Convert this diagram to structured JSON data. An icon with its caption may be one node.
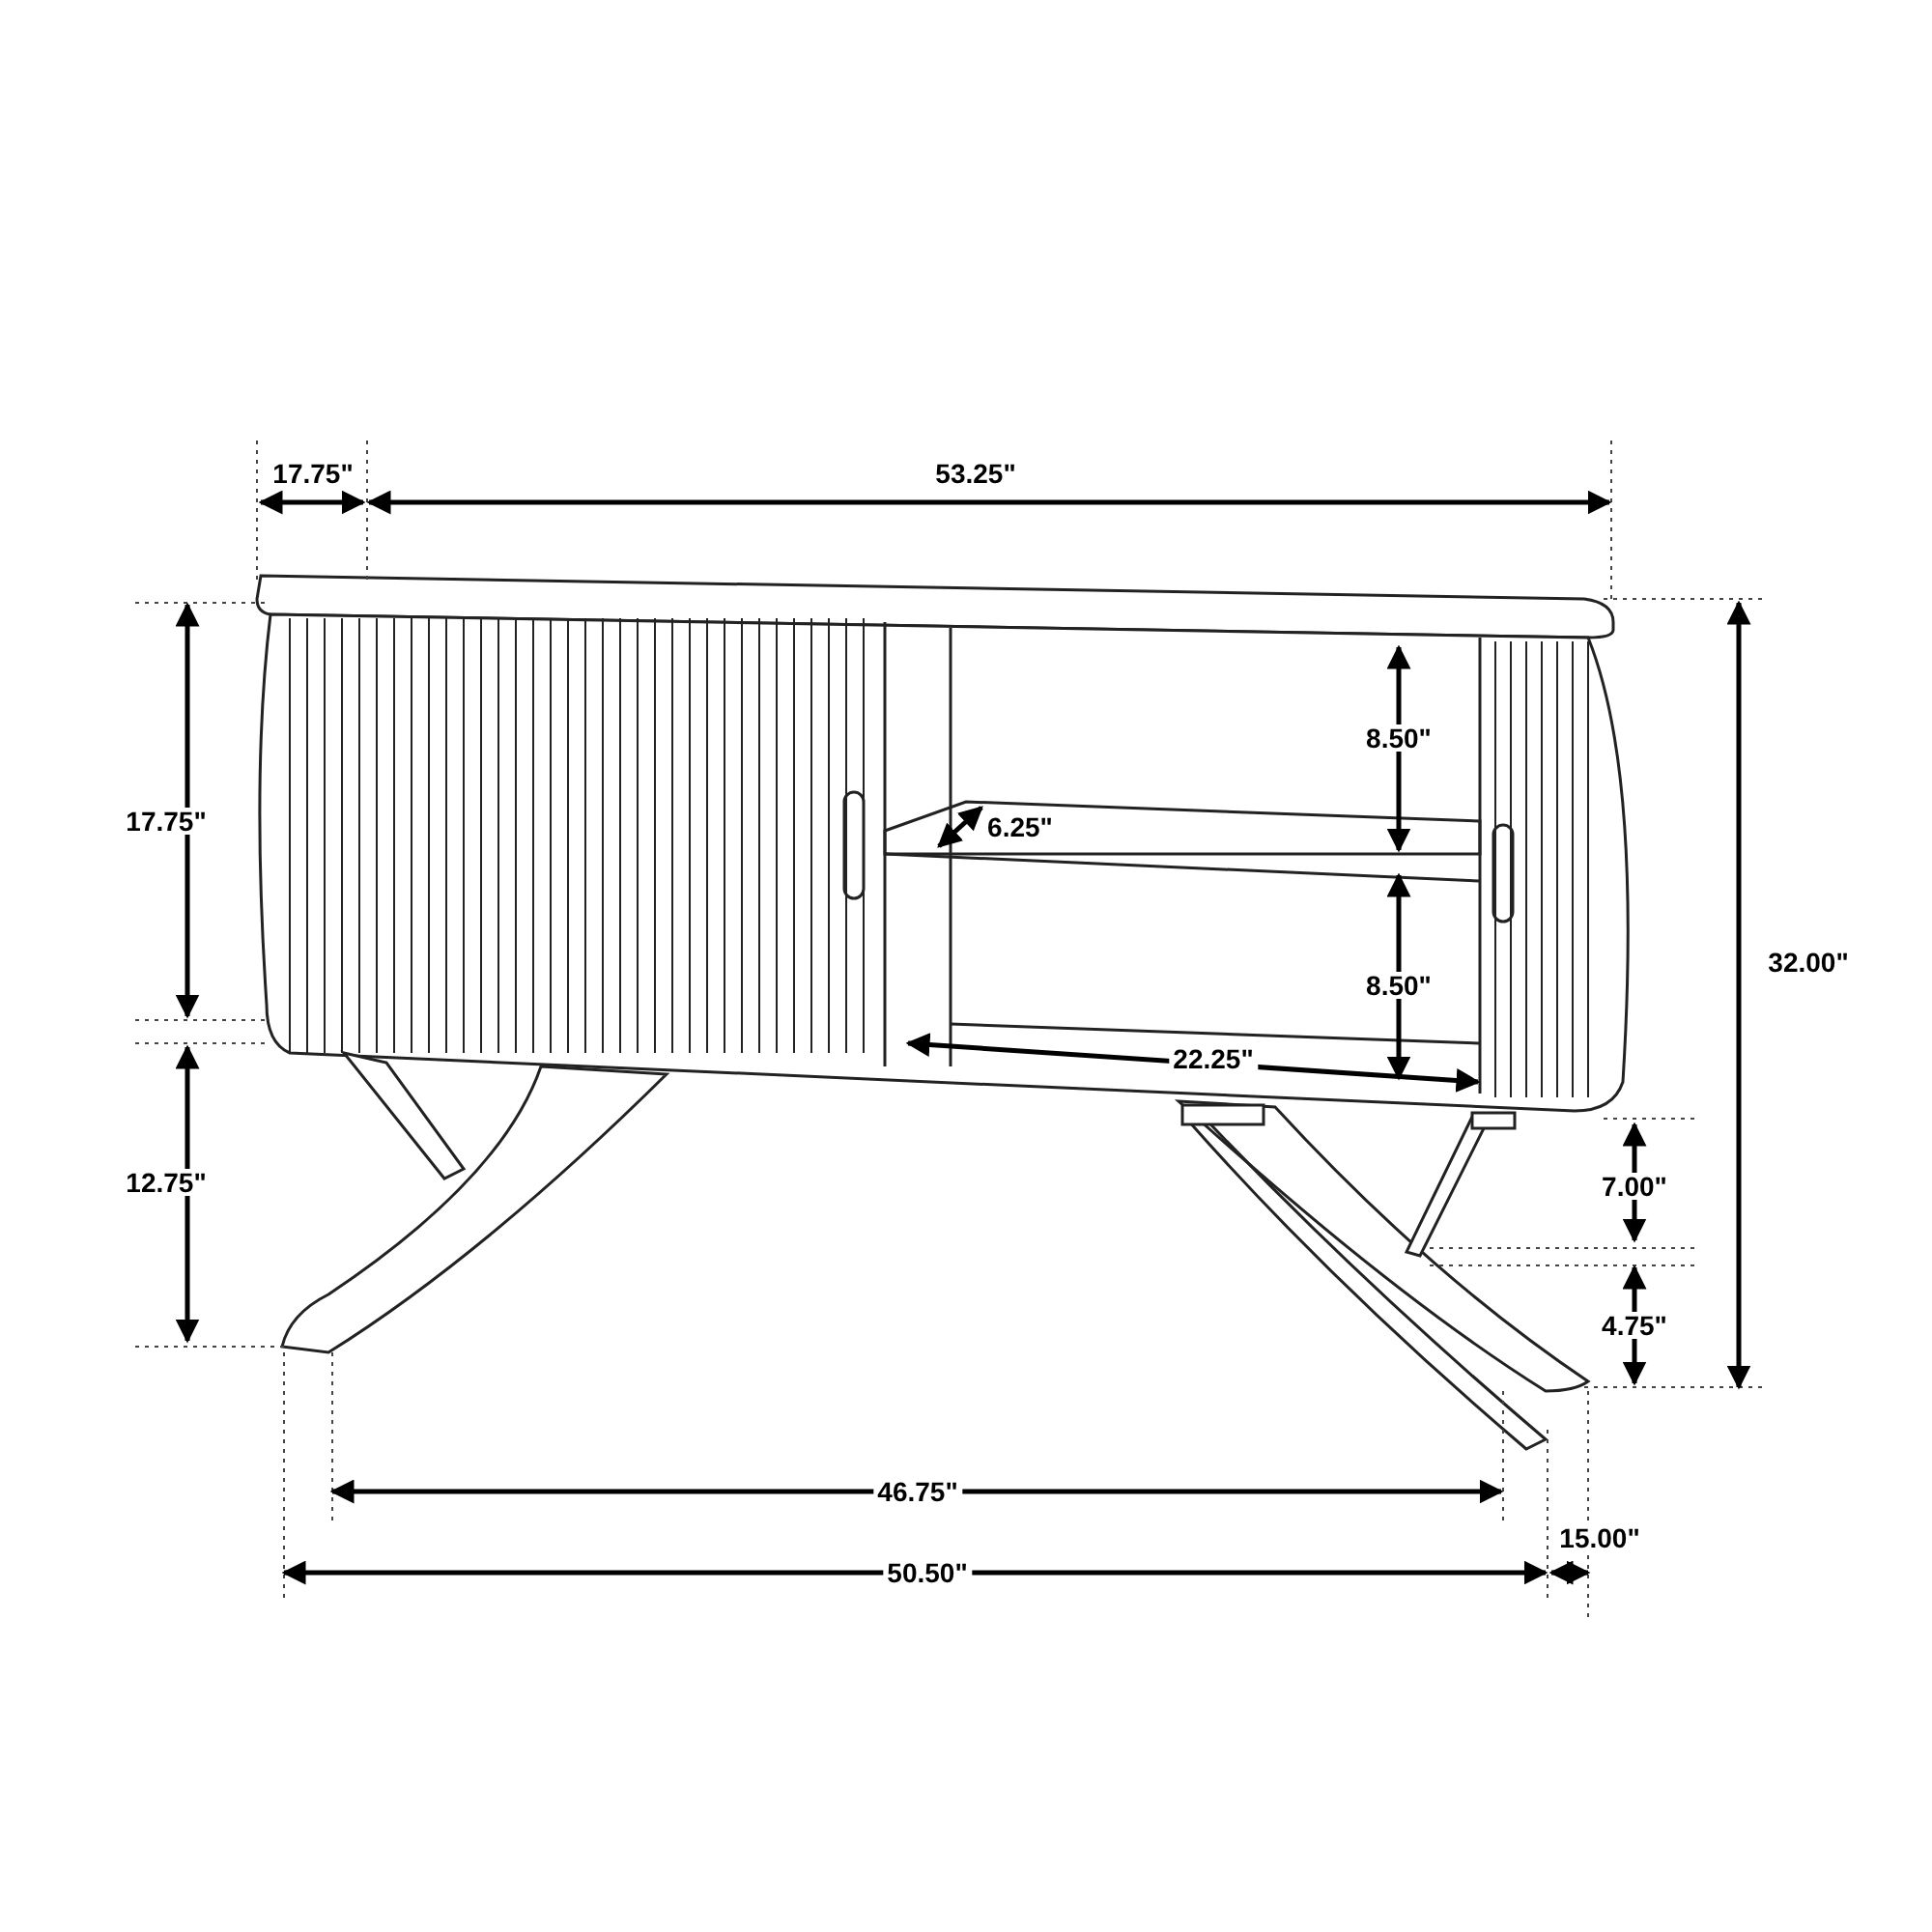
{
  "diagram": {
    "labels": [
      "17.75\"",
      "53.25\"",
      "17.75\"",
      "8.50\"",
      "6.25\"",
      "32.00\"",
      "8.50\"",
      "22.25\"",
      "12.75\"",
      "7.00\"",
      "4.75\"",
      "46.75\"",
      "15.00\"",
      "50.50\""
    ]
  }
}
